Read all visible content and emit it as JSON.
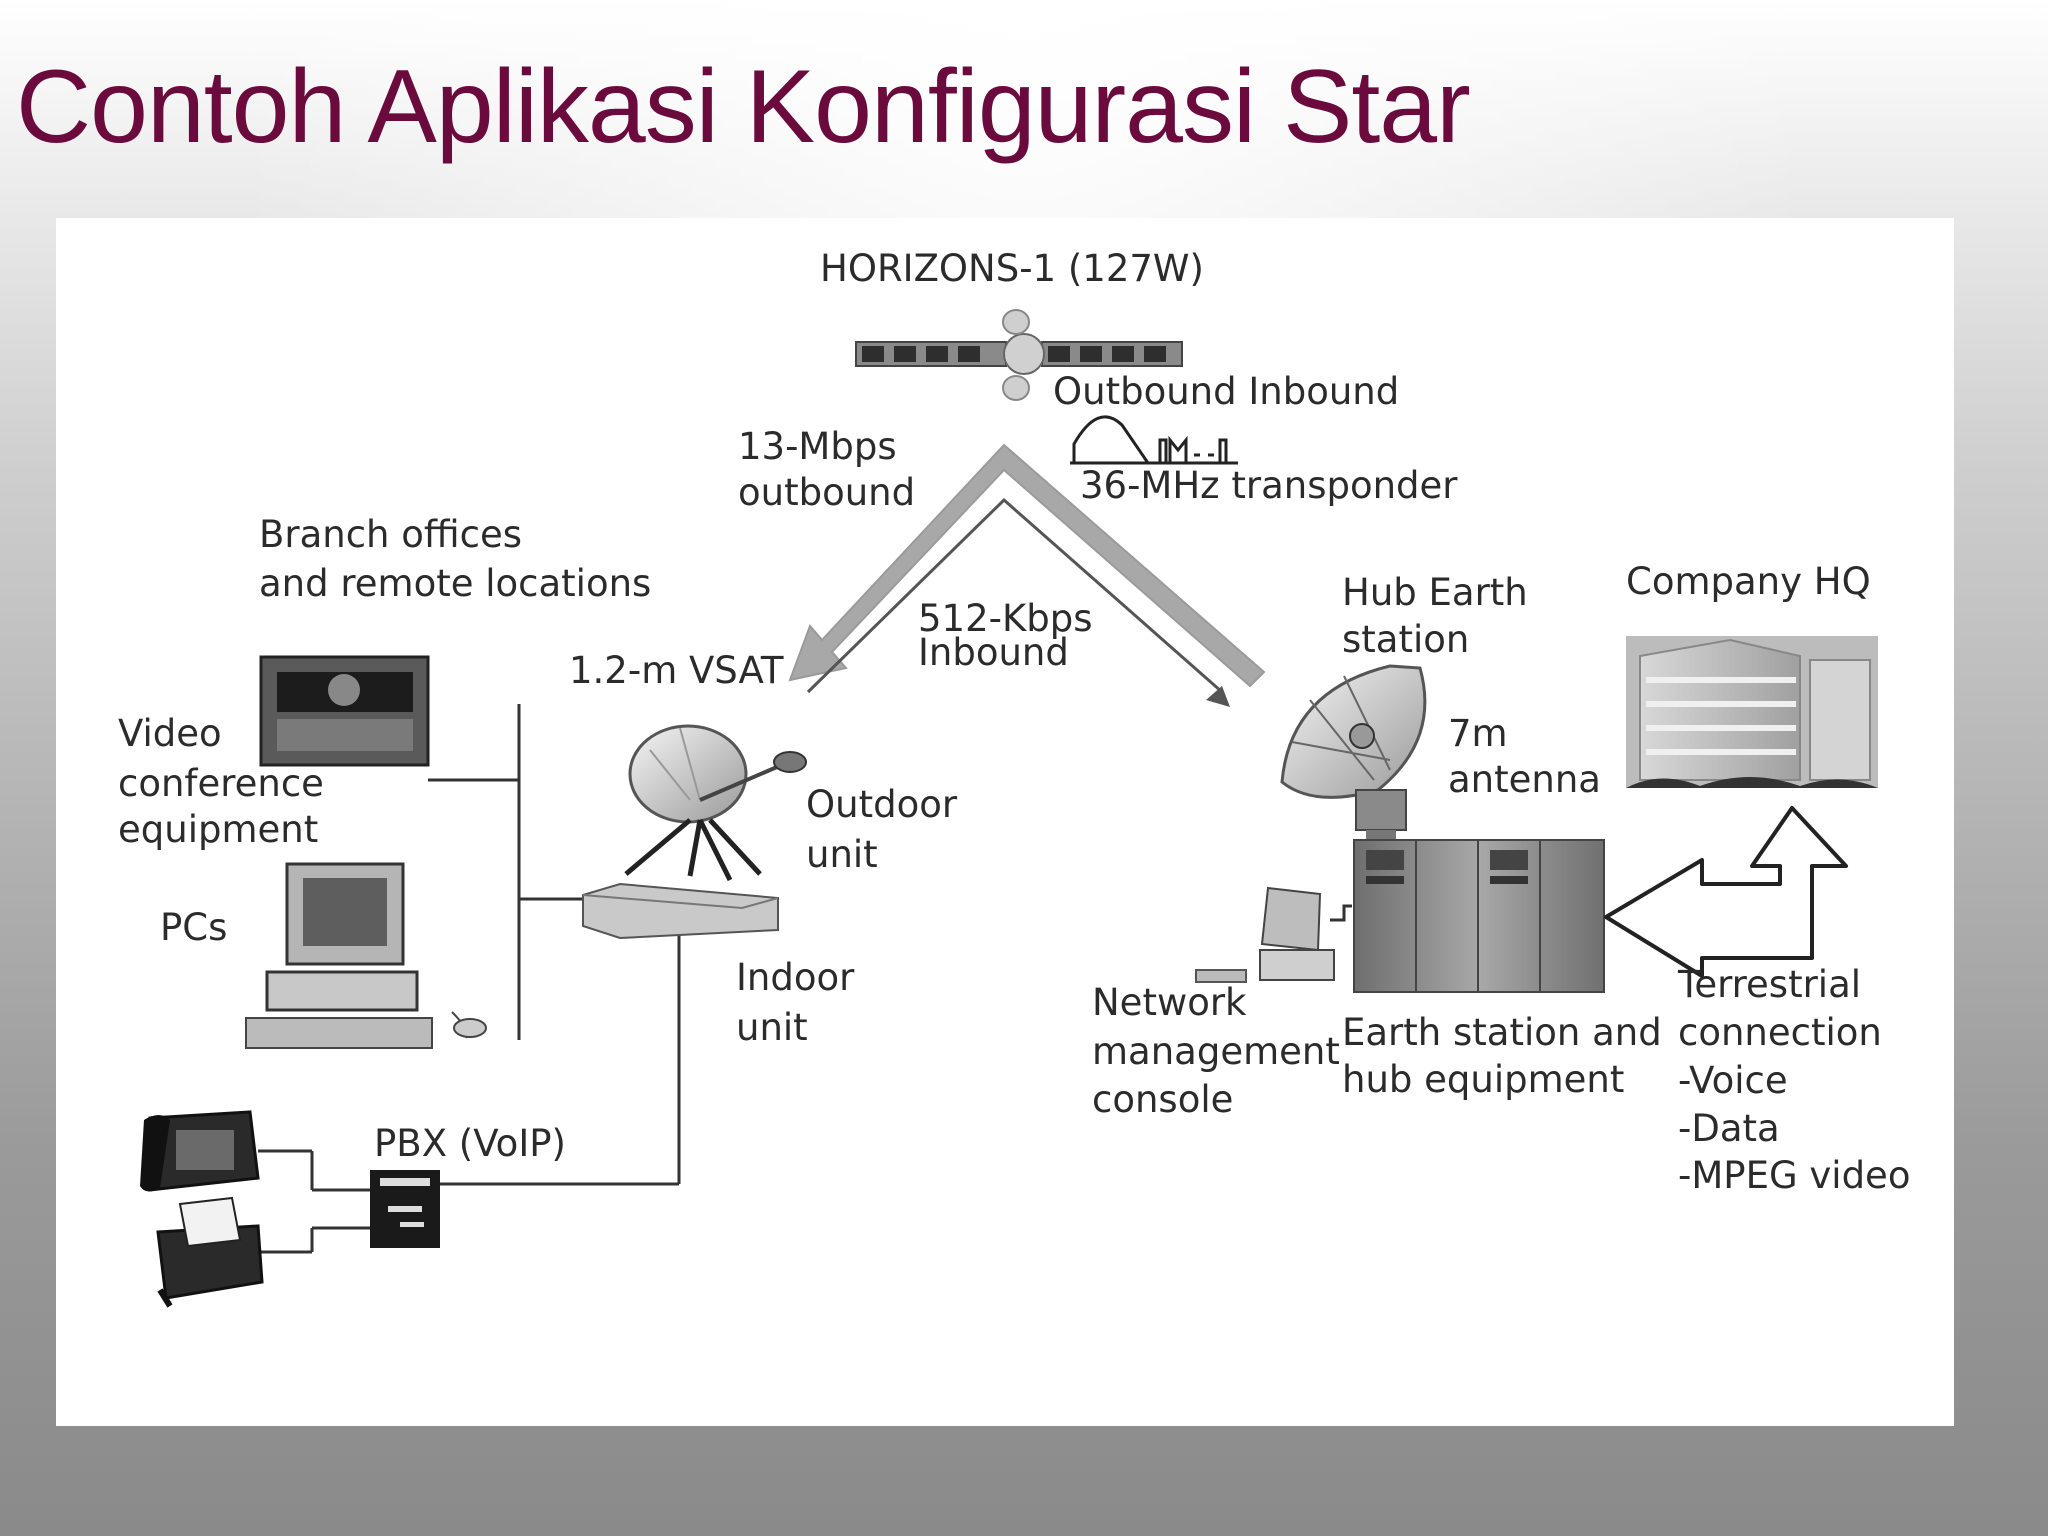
{
  "slide": {
    "title": "Contoh Aplikasi Konfigurasi Star",
    "title_color": "#6b0b3d"
  },
  "diagram": {
    "satellite": "HORIZONS-1 (127W)",
    "band_labels": "Outbound Inbound",
    "transponder": "36-MHz transponder",
    "outbound_rate": [
      "13-Mbps",
      "outbound"
    ],
    "inbound_rate": [
      "512-Kbps",
      "Inbound"
    ],
    "branch_offices": [
      "Branch offices",
      "and remote locations"
    ],
    "vsat": "1.2-m VSAT",
    "video_conference": [
      "Video",
      "conference",
      "equipment"
    ],
    "pcs": "PCs",
    "outdoor_unit": [
      "Outdoor",
      "unit"
    ],
    "indoor_unit": [
      "Indoor",
      "unit"
    ],
    "pbx": "PBX (VoIP)",
    "hub_earth_station": [
      "Hub Earth",
      "station"
    ],
    "antenna": [
      "7m",
      "antenna"
    ],
    "company_hq": "Company HQ",
    "network_console": [
      "Network",
      "management",
      "console"
    ],
    "earth_station_equipment": [
      "Earth station and",
      "hub equipment"
    ],
    "terrestrial": [
      "Terrestrial",
      "connection",
      "-Voice",
      "-Data",
      "-MPEG video"
    ]
  }
}
